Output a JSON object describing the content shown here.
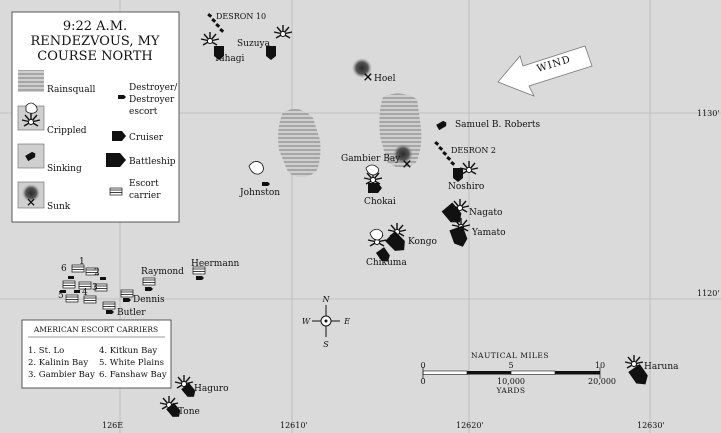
{
  "title": {
    "line1": "9:22 A.M.",
    "line2": "RENDEZVOUS, MY",
    "line3": "COURSE NORTH"
  },
  "legend": {
    "rainsquall": "Rainsquall",
    "crippled": "Crippled",
    "sinking": "Sinking",
    "sunk": "Sunk",
    "destroyer": [
      "Destroyer/",
      "Destroyer",
      "escort"
    ],
    "cruiser": "Cruiser",
    "battleship": "Battleship",
    "carrier": [
      "Escort",
      "carrier"
    ]
  },
  "wind_label": "WIND",
  "grid": {
    "lat_1130": "1130'",
    "lat_1120": "1120'",
    "lon_126e": "126E",
    "lon_12610": "12610'",
    "lon_12620": "12620'",
    "lon_12630": "12630'"
  },
  "compass": {
    "n": "N",
    "s": "S",
    "e": "E",
    "w": "W"
  },
  "units": {
    "desron10": "DESRON 10",
    "suzuya": "Suzuya",
    "yahagi": "Yahagi",
    "hoel": "Hoel",
    "samuel_b_roberts": "Samuel B. Roberts",
    "desron2": "DESRON 2",
    "gambier_bay": "Gambier Bay",
    "noshiro": "Noshiro",
    "johnston": "Johnston",
    "chokai": "Chokai",
    "nagato": "Nagato",
    "yamato": "Yamato",
    "kongo": "Kongo",
    "chikuma": "Chikuma",
    "heermann": "Heermann",
    "raymond": "Raymond",
    "dennis": "Dennis",
    "butler": "Butler",
    "haguro": "Haguro",
    "tone": "Tone",
    "haruna": "Haruna",
    "n1": "1",
    "n2": "2",
    "n3": "3",
    "n4": "4",
    "n5": "5",
    "n6": "6"
  },
  "carriers_box": {
    "title": "AMERICAN ESCORT CARRIERS",
    "items": [
      "1. St. Lo",
      "2. Kalinin Bay",
      "3. Gambier Bay",
      "4. Kitkun Bay",
      "5. White Plains",
      "6. Fanshaw Bay"
    ]
  },
  "scale": {
    "title": "NAUTICAL MILES",
    "nm_ticks": [
      "0",
      "5",
      "10"
    ],
    "yd_ticks": [
      "0",
      "10,000",
      "20,000"
    ],
    "yards": "YARDS"
  }
}
